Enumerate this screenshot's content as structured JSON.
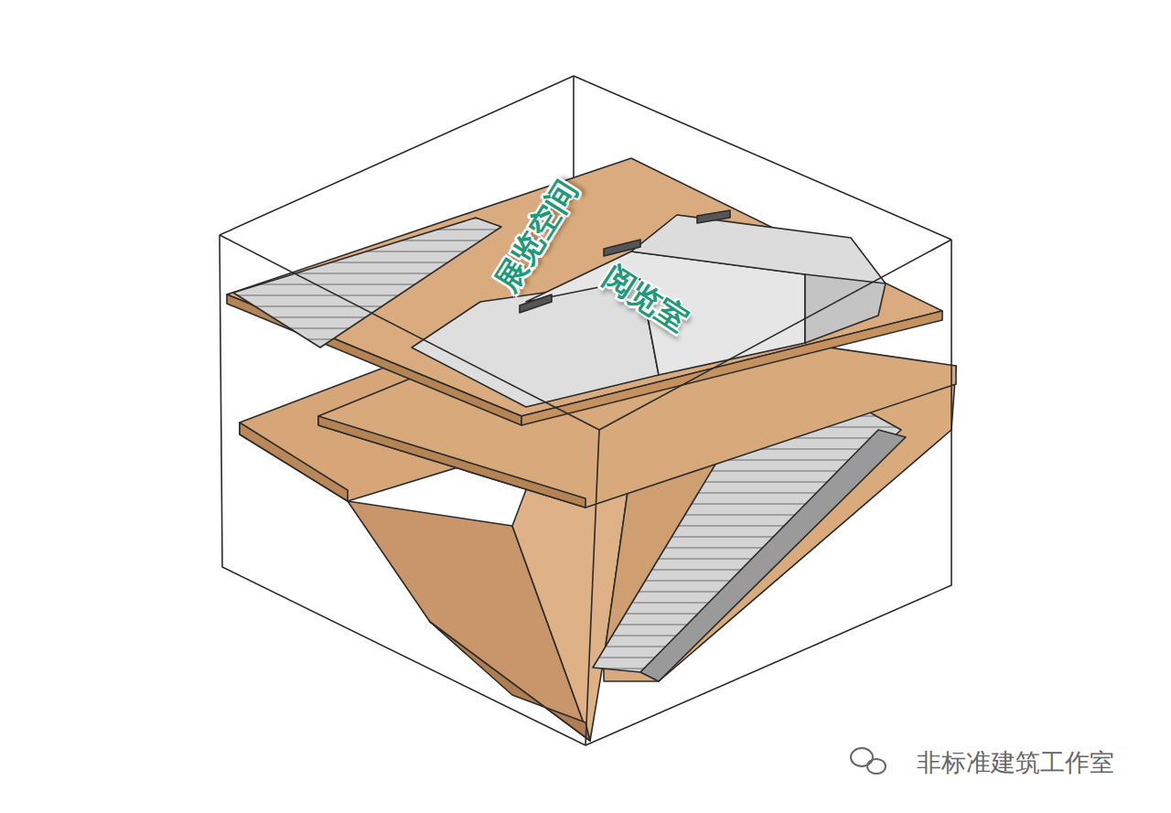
{
  "diagram": {
    "labels": [
      "展览空间",
      "阅览室",
      "非标准建筑工作室"
    ]
  }
}
